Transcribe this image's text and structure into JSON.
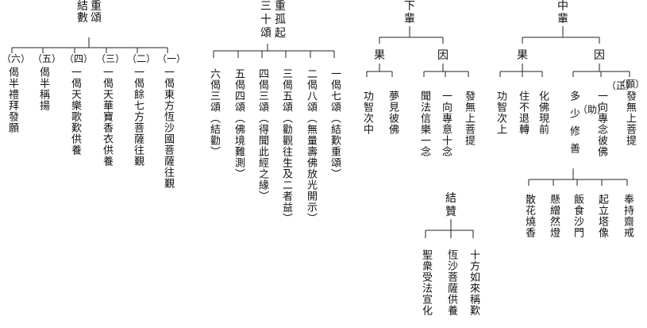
{
  "sec1": {
    "title": [
      "結",
      "數",
      "重",
      "頌"
    ],
    "items": [
      {
        "num": "（六）",
        "text": "偈半禮拜發願"
      },
      {
        "num": "（五）",
        "text": "偈半稱揚"
      },
      {
        "num": "（四）",
        "text": "一偈天樂歌歎供養"
      },
      {
        "num": "（三）",
        "text": "一偈天華寶香衣供養"
      },
      {
        "num": "（二）",
        "text": "一偈餘七方菩薩往覲"
      },
      {
        "num": "（一）",
        "text": "一偈東方恆沙國菩薩往覲"
      }
    ]
  },
  "sec2": {
    "title": [
      "三",
      "十",
      "頌",
      "重",
      "孤",
      "起"
    ],
    "items": [
      "六偈三頌（結勸）",
      "五偈四頌（佛境難測）",
      "四偈三頌（得聞此經之緣）",
      "三偈五頌（勸觀往生及二者益）",
      "二偈八頌（無量壽佛放光開示）",
      "一偈七頌（結歎重頌）"
    ]
  },
  "sec3": {
    "title": [
      "下",
      "輩"
    ],
    "guo": "果",
    "yin": "因",
    "guoItems": [
      "功智次中",
      "夢見彼佛"
    ],
    "yinItems": [
      "聞法信樂一念",
      "一向專意十念",
      "發無上菩提"
    ],
    "jieZan": {
      "title": [
        "結",
        "贊"
      ],
      "items": [
        "聖衆受法宣化",
        "恆沙菩薩供養",
        "十方如來稱歎"
      ]
    }
  },
  "sec4": {
    "title": [
      "中",
      "輩"
    ],
    "guo": "果",
    "yin": "因",
    "guoItems": [
      "功智次上",
      "住不退轉",
      "化佛現前"
    ],
    "yinItems": {
      "item1": {
        "text": "多少修善",
        "mark": "（助）"
      },
      "item2": {
        "text": "一向專念彼佛",
        "mark": "（正）"
      },
      "item3": {
        "text": "發無上菩提",
        "mark": "（願）"
      }
    },
    "subItems": [
      "散花燒香",
      "懸繒然燈",
      "飯食沙門",
      "起立塔像",
      "奉持齋戒"
    ]
  }
}
